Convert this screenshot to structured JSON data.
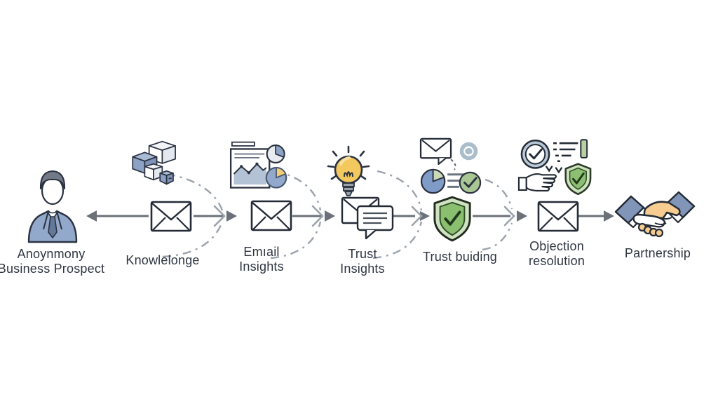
{
  "diagram": {
    "type": "process-flow",
    "direction": "left-to-right",
    "stages": [
      {
        "label": "Anoynmony\nBusiness Prospect",
        "icon": "businessman-icon"
      },
      {
        "label": "Knowlelonge",
        "icon": "stacked-boxes-icon",
        "line_icon": "envelope-icon"
      },
      {
        "label": "Emıail\nInsights",
        "icon": "report-pie-charts-icon",
        "line_icon": "envelope-icon"
      },
      {
        "label": "Trust\nInsights",
        "icon": "lightbulb-icon",
        "line_icon": "envelope-chat-icon"
      },
      {
        "label": "Trust buiding",
        "icon": "email-analytics-cluster-icon",
        "line_icon": "shield-check-icon"
      },
      {
        "label": "Objection\nresolution",
        "icon": "approval-cluster-icon",
        "line_icon": "envelope-icon"
      },
      {
        "label": "Partnership",
        "icon": "handshake-icon"
      }
    ],
    "colors": {
      "line": "#6b7178",
      "dashed": "#9aa2ab",
      "outline": "#2b3240",
      "blue": "#93a9cb",
      "yellow": "#f3c85e",
      "green_shield": "#8abf70",
      "green_light": "#cfe3c2",
      "tan": "#f6cc90",
      "text": "#2e3642",
      "background": "#ffffff"
    }
  }
}
